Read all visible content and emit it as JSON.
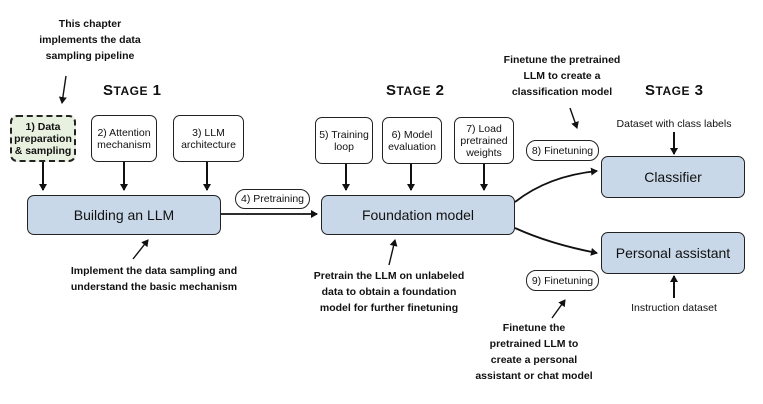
{
  "notes": {
    "chapter": "This chapter\nimplements the data\nsampling pipeline",
    "classification": "Finetune the pretrained\nLLM to create a\nclassification model",
    "stage1_bottom": "Implement the data sampling and\nunderstand the basic mechanism",
    "stage2_bottom": "Pretrain the LLM on unlabeled\ndata to obtain a foundation\nmodel for further finetuning",
    "assistant": "Finetune the\npretrained LLM to\ncreate a personal\nassistant or chat model"
  },
  "stages": {
    "s1": "Stage 1",
    "s2": "Stage 2",
    "s3": "Stage 3"
  },
  "steps": {
    "data_prep": "1) Data\npreparation\n& sampling",
    "attention": "2) Attention\nmechanism",
    "architecture": "3) LLM\narchitecture",
    "training_loop": "5) Training\nloop",
    "evaluation": "6) Model\nevaluation",
    "load_weights": "7) Load\npretrained\nweights"
  },
  "main_boxes": {
    "building": "Building an LLM",
    "foundation": "Foundation model",
    "classifier": "Classifier",
    "assistant": "Personal assistant"
  },
  "transitions": {
    "pretraining": "4) Pretraining",
    "finetuning_8": "8) Finetuning",
    "finetuning_9": "9) Finetuning"
  },
  "inputs": {
    "class_labels": "Dataset with class labels",
    "instruction": "Instruction dataset"
  },
  "colors": {
    "main_fill": "#c9d8e8",
    "highlight_fill": "#e8f1e0",
    "stroke": "#222222"
  }
}
